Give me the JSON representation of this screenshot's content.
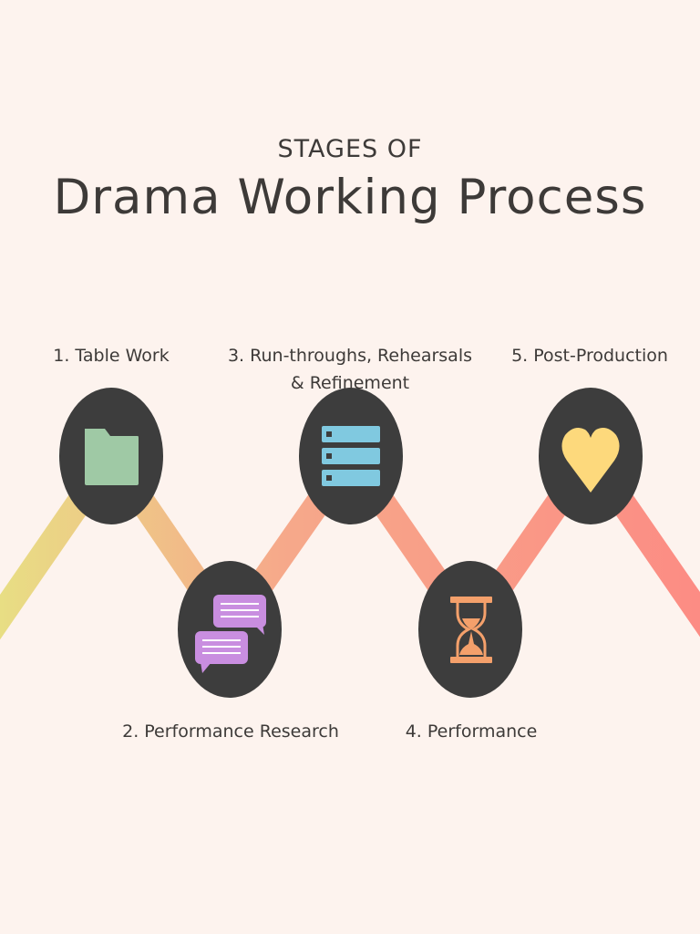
{
  "header": {
    "subtitle": "STAGES OF",
    "title": "Drama Working Process"
  },
  "stages": [
    {
      "label": "1. Table Work",
      "icon": "folder-icon",
      "color": "#9fc9a5"
    },
    {
      "label": "2. Performance Research",
      "icon": "chat-bubbles-icon",
      "color": "#c98ee0"
    },
    {
      "label_line1": "3. Run-throughs, Rehearsals",
      "label_line2": "& Refinement",
      "icon": "server-stack-icon",
      "color": "#80c9e0"
    },
    {
      "label": "4. Performance",
      "icon": "hourglass-icon",
      "color": "#f4a06b"
    },
    {
      "label": "5. Post-Production",
      "icon": "heart-icon",
      "color": "#fdd97c"
    }
  ],
  "colors": {
    "background": "#fdf3ee",
    "circle": "#3d3d3d",
    "text": "#3d3a38",
    "line_start": "#e8de84",
    "line_mid": "#f6a98a",
    "line_end": "#fc8c84"
  }
}
